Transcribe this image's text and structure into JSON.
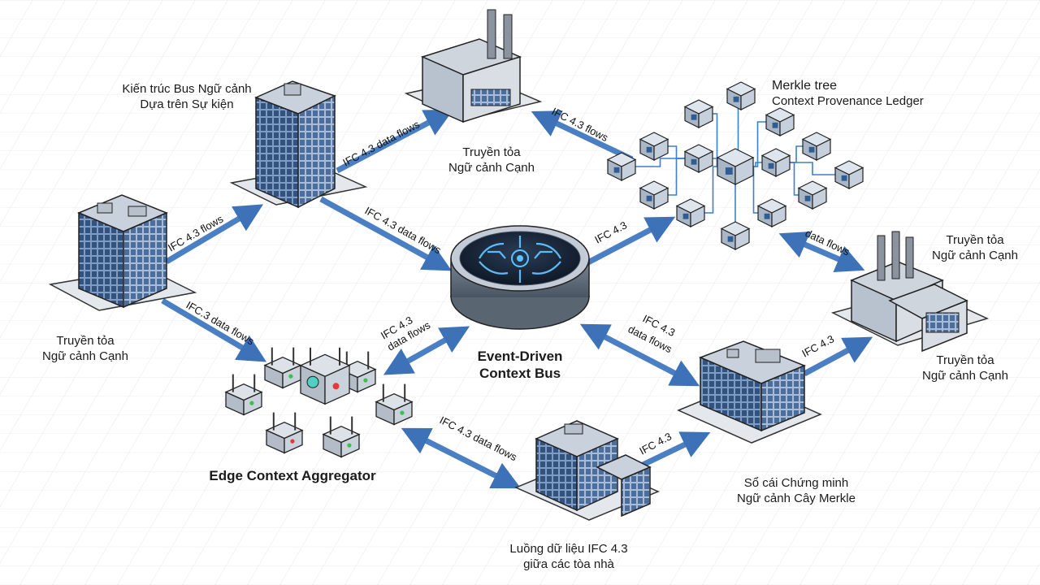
{
  "labels": {
    "bus_arch_line1": "Kiến trúc Bus Ngữ cảnh",
    "bus_arch_line2": "Dựa trên Sự kiện",
    "merkle_title": "Merkle tree",
    "merkle_subtitle": "Context Provenance Ledger",
    "top_factory_line1": "Truyền tỏa",
    "top_factory_line2": "Ngữ cảnh Cạnh",
    "right_factory_line1": "Truyền tỏa",
    "right_factory_line2": "Ngữ cảnh Cạnh",
    "right_lower_line1": "Truyền tỏa",
    "right_lower_line2": "Ngữ cảnh Cạnh",
    "left_line1": "Truyền tỏa",
    "left_line2": "Ngữ cảnh Cạnh",
    "bus_line1": "Event-Driven",
    "bus_line2": "Context Bus",
    "aggregator": "Edge Context Aggregator",
    "ledger_line1": "Sổ cái Chứng minh",
    "ledger_line2": "Ngữ cảnh Cây Merkle",
    "dataflow_line1": "Luồng dữ liệu IFC 4.3",
    "dataflow_line2": "giữa các tòa nhà"
  },
  "arrows": {
    "a1": "IFC 4.3 data flows",
    "a2": "IFC 4.3 flows",
    "a3": "IFC 4.3 data flows",
    "a4": "IFC 4.3 flows",
    "a5": "IFC 4.3",
    "a6": "data flows",
    "a7": "IFC.3 data flows",
    "a8_line1": "IFC 4.3",
    "a8_line2": "data flows",
    "a9_line1": "IFC 4.3",
    "a9_line2": "data flows",
    "a10": "IFC 4.3",
    "a11": "IFC 4.3 data flows",
    "a12": "IFC 4.3"
  },
  "colors": {
    "arrow": "#4a7fc4",
    "building": "#3f5f8a",
    "grid": "#d8dde3",
    "bus_glow": "#5fc3ff"
  }
}
